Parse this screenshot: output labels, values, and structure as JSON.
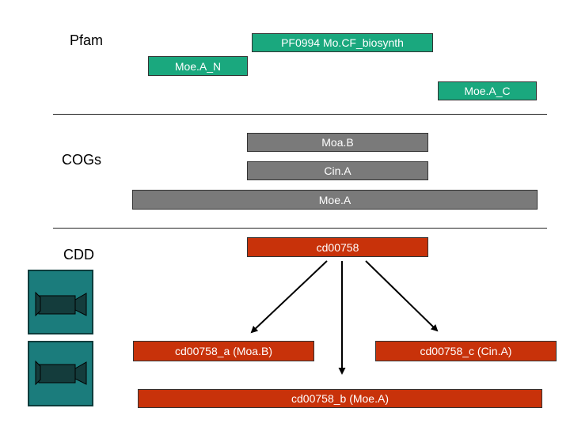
{
  "sections": {
    "pfam": "Pfam",
    "cogs": "COGs",
    "cdd": "CDD"
  },
  "pfam_domains": {
    "mocf": "PF0994 Mo.CF_biosynth",
    "moea_n": "Moe.A_N",
    "moea_c": "Moe.A_C"
  },
  "cogs": {
    "moab": "Moa.B",
    "cina": "Cin.A",
    "moea": "Moe.A"
  },
  "cdd": {
    "parent": "cd00758",
    "child_a": "cd00758_a (Moa.B)",
    "child_b": "cd00758_b (Moe.A)",
    "child_c": "cd00758_c (Cin.A)"
  },
  "icons": [
    "video-camera-icon",
    "video-camera-icon"
  ],
  "colors": {
    "pfam": "#1aa87e",
    "cog": "#7a7a7a",
    "cdd": "#c8320a",
    "icon_bg": "#1b7c7c"
  }
}
